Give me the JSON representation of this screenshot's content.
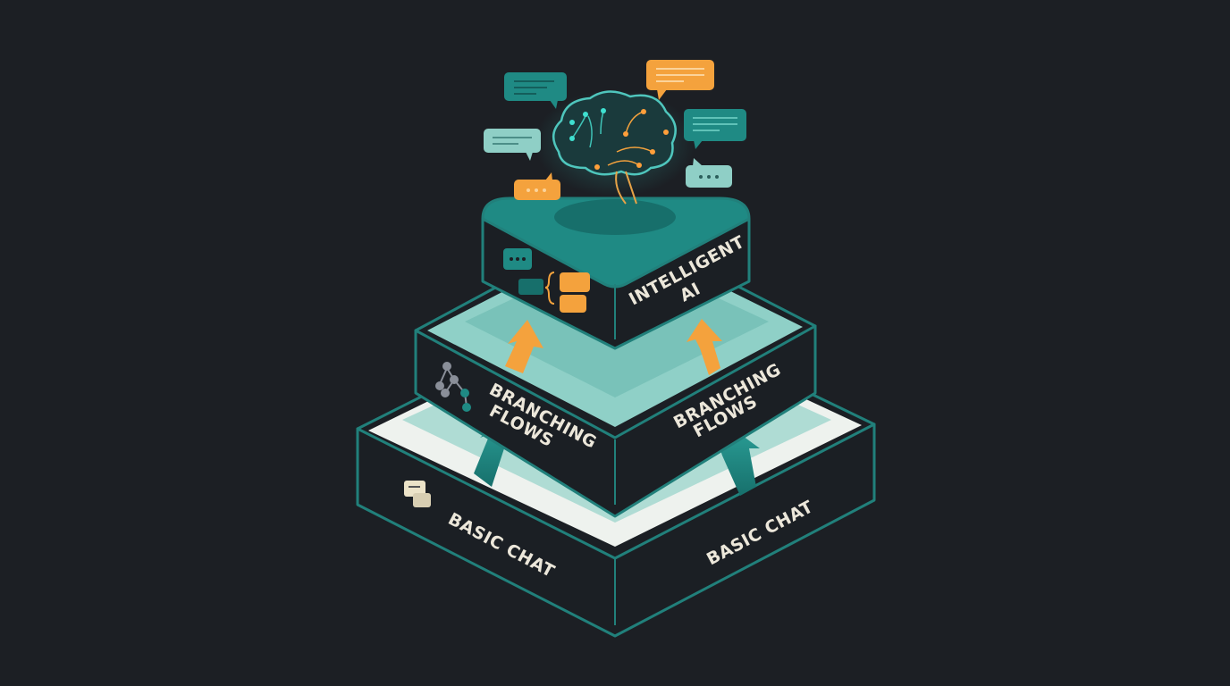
{
  "colors": {
    "background": "#1c1f24",
    "teal": "#1f8a84",
    "teal_stroke": "#21807b",
    "pale_teal": "#8fd0c7",
    "surface_light": "#eef2ee",
    "orange": "#f4a23d",
    "side_dark": "#1b1f24",
    "text": "#ece7da"
  },
  "tiers": {
    "top": {
      "line1": "INTELLIGENT",
      "line2": "AI",
      "icon": "chat-bubbles-icon"
    },
    "middle": {
      "left_line1": "BRANCHING",
      "left_line2": "FLOWS",
      "right_line1": "BRANCHING",
      "right_line2": "FLOWS",
      "icon": "branching-tree-icon"
    },
    "bottom": {
      "left": "BASIC CHAT",
      "right": "BASIC CHAT",
      "icon": "chat-icon"
    }
  },
  "top_decoration": {
    "icon": "brain-circuit-icon",
    "bubbles": [
      "text-bubble",
      "text-bubble",
      "text-bubble",
      "text-bubble",
      "typing-bubble",
      "typing-bubble"
    ]
  }
}
